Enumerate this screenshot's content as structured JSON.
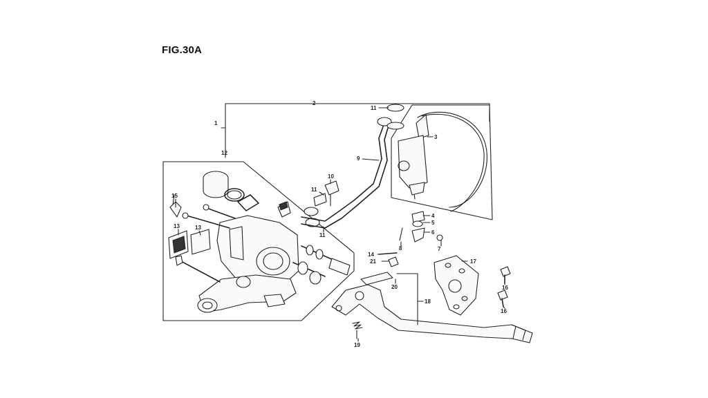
{
  "figure": {
    "title": "FIG.30A"
  },
  "callouts": {
    "c1": "1",
    "c2": "2",
    "c3": "3",
    "c4": "4",
    "c5": "5",
    "c6": "6",
    "c7": "7",
    "c8": "8",
    "c9": "9",
    "c10": "10",
    "c11a": "11",
    "c11b": "11",
    "c11c": "11",
    "c12": "12",
    "c13a": "13",
    "c13b": "13",
    "c14": "14",
    "c15": "15",
    "c16a": "16",
    "c16b": "16",
    "c17": "17",
    "c18": "18",
    "c19": "19",
    "c20": "20",
    "c21": "21"
  }
}
